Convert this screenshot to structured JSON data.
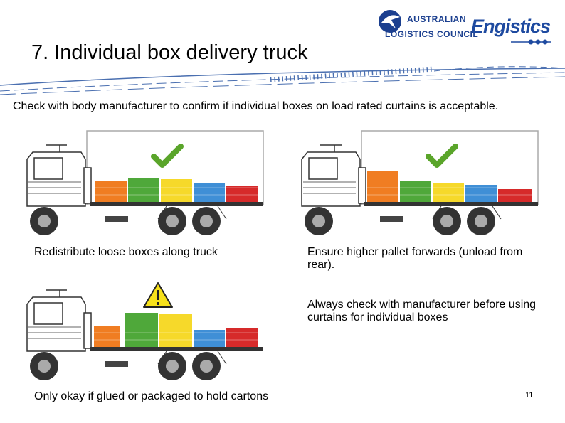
{
  "slide": {
    "title": "7. Individual box delivery truck",
    "subtitle": "Check with body manufacturer to confirm if individual boxes on load rated curtains is acceptable.",
    "page_number": "11"
  },
  "logos": {
    "alc_line1": "AUSTRALIAN",
    "alc_line2": "LOGISTICS COUNCIL",
    "engistics": "Engistics"
  },
  "panels": [
    {
      "caption": "Redistribute loose boxes along truck",
      "status": "ok"
    },
    {
      "caption": "Ensure higher pallet forwards (unload from rear).",
      "status": "ok"
    },
    {
      "caption": "Only okay if glued or packaged to hold cartons",
      "status": "warning"
    }
  ],
  "note": "Always check with manufacturer before using curtains for individual boxes",
  "colors": {
    "check_green": "#5aa52a",
    "warning_yellow": "#f7e11b",
    "logo_blue": "#1b3f8f",
    "box_orange": "#f07d22",
    "box_green": "#4fa83a",
    "box_yellow": "#f6d92a",
    "box_blue": "#3f8fd6",
    "box_red": "#d62a2a"
  },
  "icons": [
    "check-icon",
    "warning-icon",
    "truck-icon",
    "alc-logo-icon"
  ]
}
